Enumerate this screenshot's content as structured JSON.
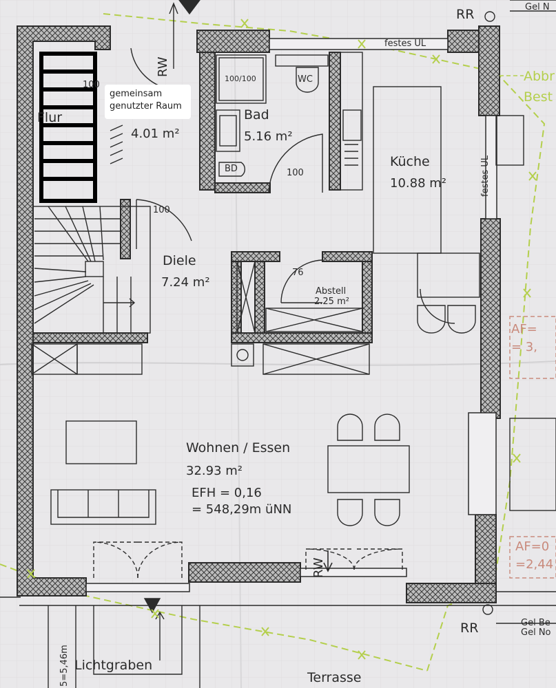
{
  "colors": {
    "paper": "#e9e8ea",
    "ink": "#2b2b2b",
    "boundary": "#b4cf4c",
    "wall_fill": "#9b9b9b"
  },
  "labels": {
    "rr_top": "RR",
    "rr_bottom": "RR",
    "gel_top": "Gel N",
    "abbr": "Abbr",
    "best": "Best",
    "rw_top": "RW",
    "rw_bottom": "RW",
    "festes_ul_top": "festes UL",
    "festes_ul_side": "festes UL",
    "bad_fixture": "100/100",
    "wc": "WC",
    "bd": "BD",
    "flur_name": "Flur",
    "flur_code": "100",
    "flur_area": "4.01 m²",
    "bad_name": "Bad",
    "bad_area": "5.16 m²",
    "door_100_bad": "100",
    "door_100_diele": "100",
    "kueche_name": "Küche",
    "kueche_area": "10.88 m²",
    "diele_name": "Diele",
    "diele_area": "7.24 m²",
    "door_76": "76",
    "abstell_name": "Abstell",
    "abstell_area": "2.25 m²",
    "wohnen_name": "Wohnen / Essen",
    "wohnen_area": "32.93 m²",
    "efh": "EFH = 0,16",
    "unn": "= 548,29m üNN",
    "af_right_1": "AF=",
    "af_right_1b": "= 3,",
    "af_right_2": "AF=0",
    "af_right_2b": "=2,44",
    "gel_bottom_1": "Gel Be",
    "gel_bottom_2": "Gel No",
    "lichtgraben": "Lichtgraben",
    "terrasse": "Terrasse",
    "side_dim": "5=5,46m",
    "note": "gemeinsam genutzter Raum"
  }
}
